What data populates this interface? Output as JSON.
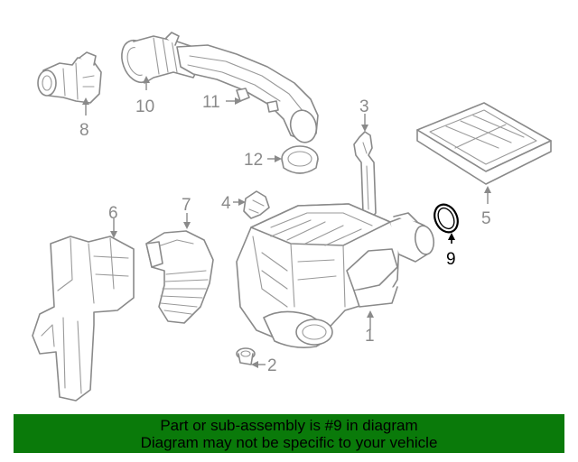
{
  "diagram": {
    "callouts": [
      "1",
      "2",
      "3",
      "4",
      "5",
      "6",
      "7",
      "8",
      "9",
      "10",
      "11",
      "12"
    ],
    "highlighted_callout": "9",
    "colors": {
      "linework": "#8a8a8a",
      "highlight": "#000000",
      "banner": "#0a7a0a"
    }
  },
  "banner": {
    "line1": "Part or sub-assembly is #9 in diagram",
    "line2": "Diagram may not be specific to your vehicle"
  }
}
